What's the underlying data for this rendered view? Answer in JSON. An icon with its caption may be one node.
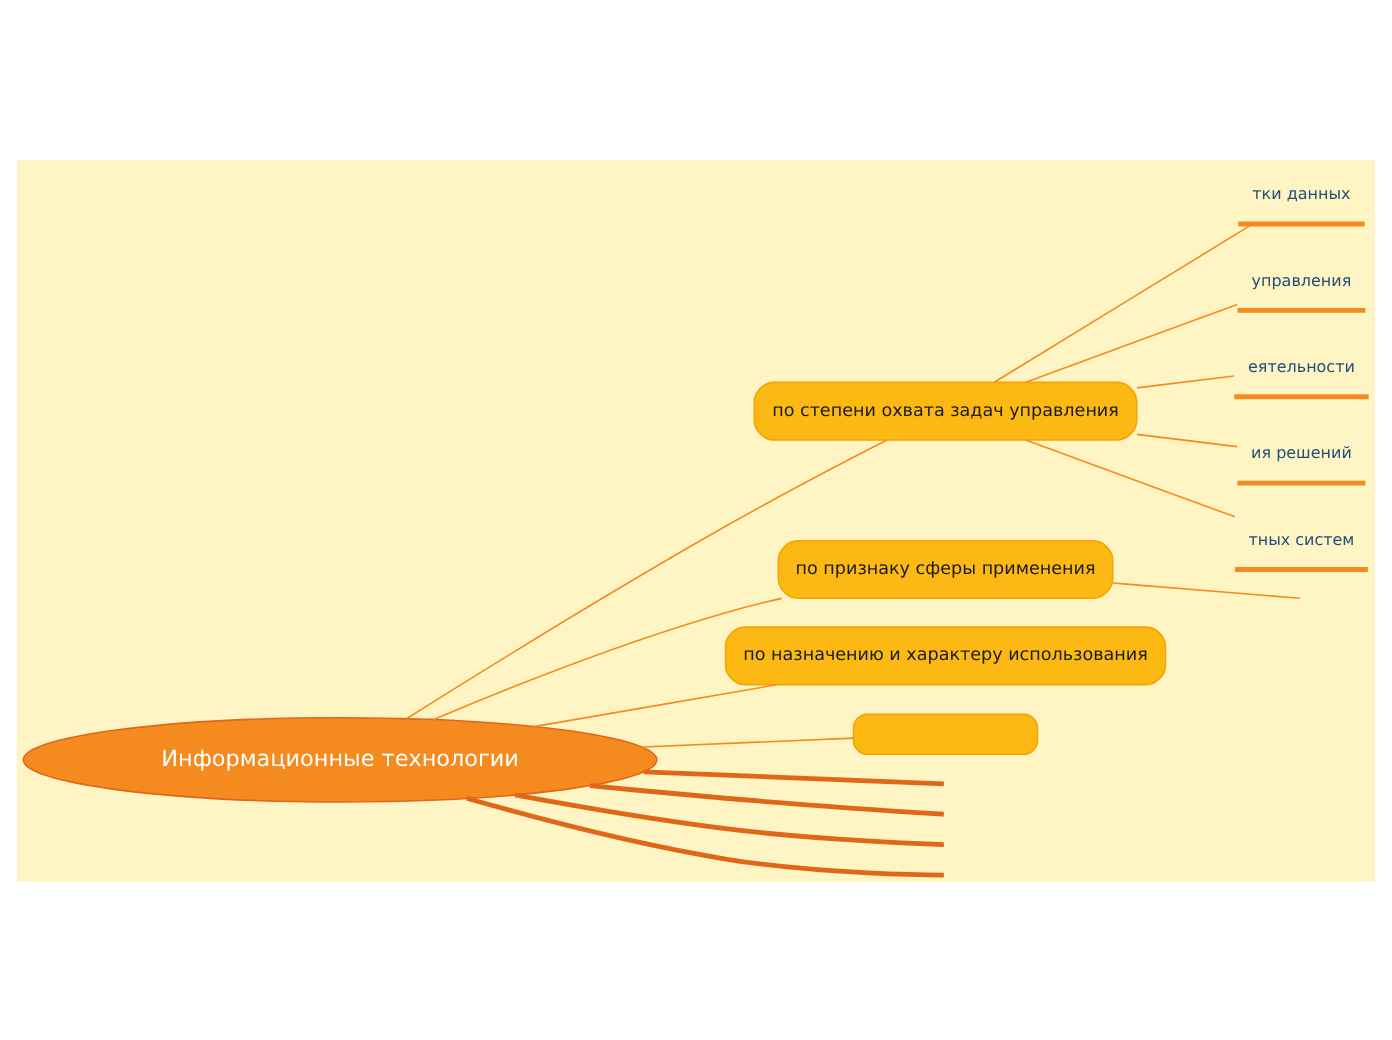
{
  "diagram": {
    "nodes": [
      {
        "text": [
          "Информационные технологии"
        ]
      },
      {
        "text": [
          "по степени охвата задач управления"
        ]
      },
      {
        "text": [
          "тки данных"
        ]
      },
      {
        "text": [
          "управления"
        ]
      },
      {
        "text": [
          "еятельности"
        ]
      },
      {
        "text": [
          "ия решений"
        ]
      },
      {
        "text": [
          "тных систем"
        ]
      },
      {
        "text": [
          "по признаку сферы применения"
        ]
      },
      {
        "text": [
          "по назначению и характеру использования"
        ]
      },
      {
        "text": [],
        "shape": "box"
      }
    ],
    "edges": [
      {
        "from": 0,
        "to": 1,
        "arrow": "none"
      },
      {
        "from": 1,
        "to": 2,
        "arrow": "none"
      },
      {
        "from": 1,
        "to": 3,
        "arrow": "none"
      },
      {
        "from": 1,
        "to": 4,
        "arrow": "none"
      },
      {
        "from": 1,
        "to": 5,
        "arrow": "none"
      },
      {
        "from": 1,
        "to": 6,
        "arrow": "none"
      },
      {
        "from": 0,
        "to": 7,
        "arrow": "none"
      },
      {
        "from": 7,
        "to": null,
        "arrow": "none"
      },
      {
        "from": 0,
        "to": 8,
        "arrow": "none"
      },
      {
        "from": 0,
        "to": 9,
        "arrow": "none"
      },
      {
        "from": 0,
        "to": null,
        "arrow": "none",
        "style": "thick"
      },
      {
        "from": 0,
        "to": null,
        "arrow": "none",
        "style": "thick"
      },
      {
        "from": 0,
        "to": null,
        "arrow": "none",
        "style": "thick"
      },
      {
        "from": 0,
        "to": null,
        "arrow": "none",
        "style": "thick"
      }
    ]
  }
}
